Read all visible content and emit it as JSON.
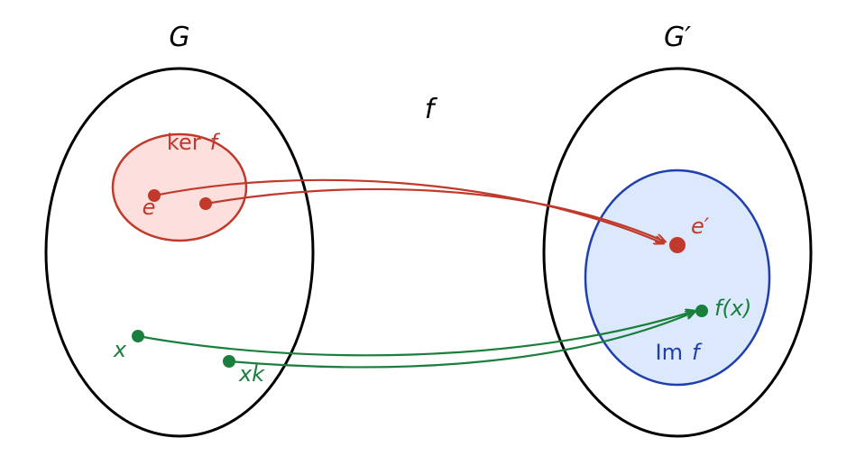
{
  "labels": {
    "domain_group": "G",
    "codomain_group": "G′",
    "map_name": "f",
    "kernel_word": "ker",
    "kernel_f": "f",
    "image_word": "Im",
    "image_f": "f",
    "identity": "e",
    "identity_prime": "e′",
    "element_x": "x",
    "element_xk": "xk",
    "element_fx": "f(x)"
  },
  "colors": {
    "outline": "#000000",
    "kernel_stroke": "#c0392b",
    "kernel_fill": "#fde0de",
    "image_stroke": "#1f3fae",
    "image_fill": "#dce8fb",
    "kernel_arrows": "#c0392b",
    "coset_arrows": "#1a7f3c",
    "text_dark": "#000000"
  }
}
